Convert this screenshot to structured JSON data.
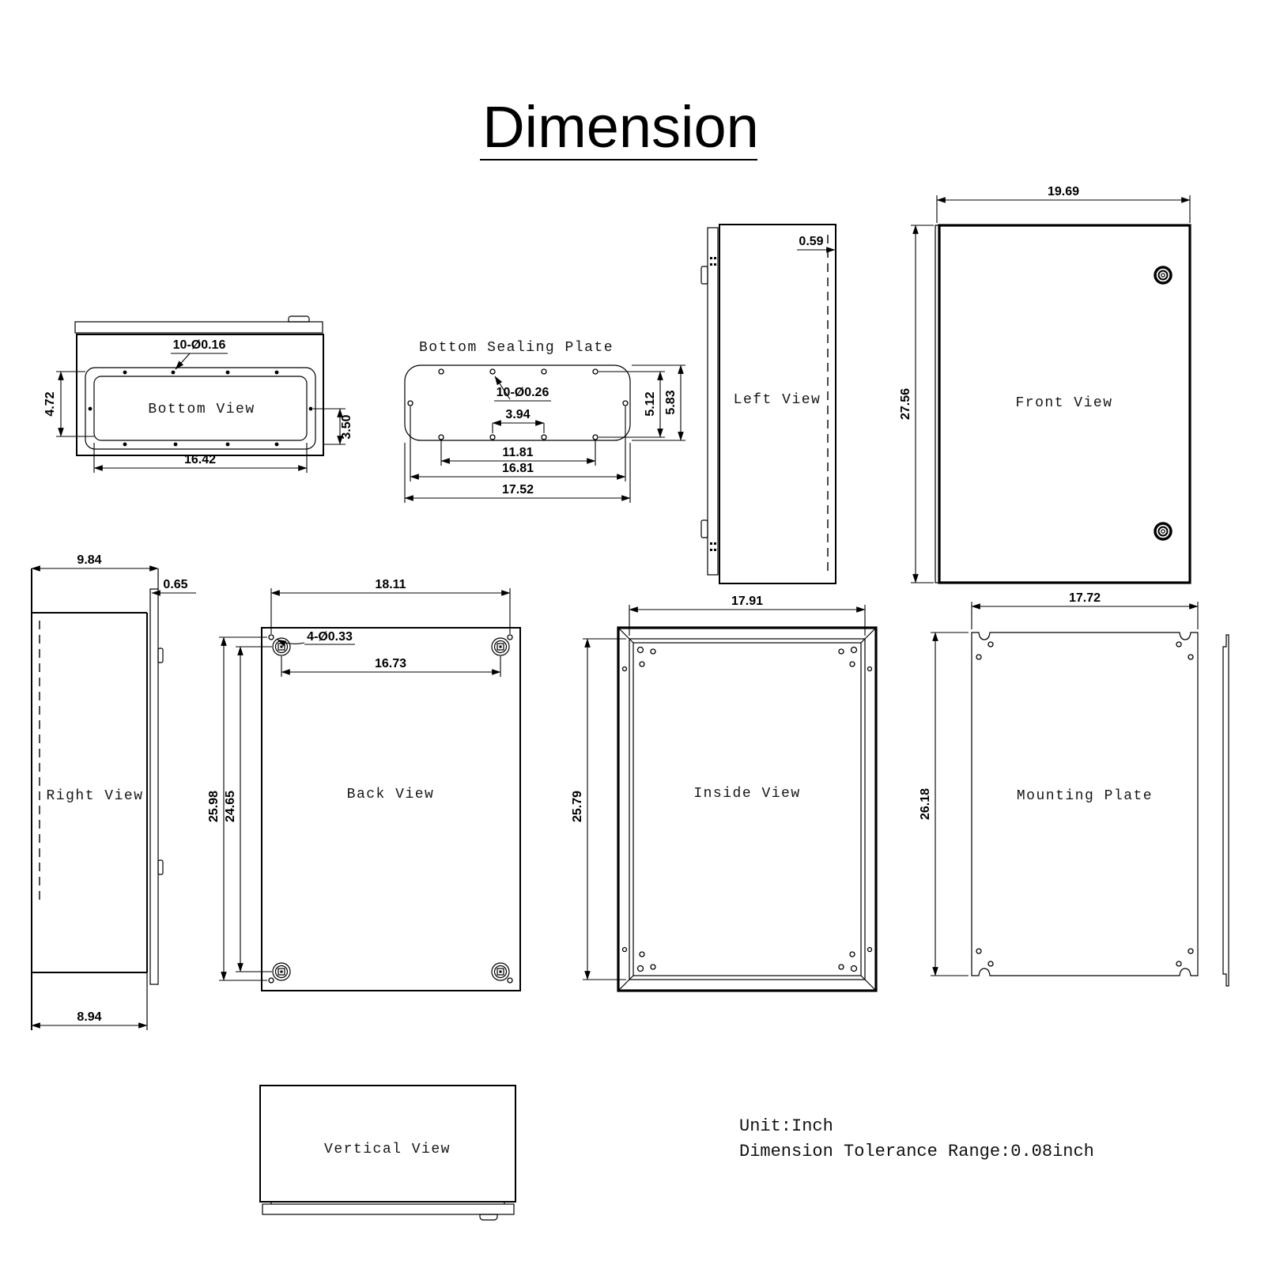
{
  "title": {
    "text": "Dimension"
  },
  "notes": {
    "unit": "Unit:Inch",
    "tolerance": "Dimension Tolerance Range:0.08inch"
  },
  "views": {
    "bottom_view": {
      "label": "Bottom View",
      "hole_callout": "10-Ø0.16",
      "dim_inner_depth": "4.72",
      "dim_flange_depth": "3.50",
      "dim_width": "16.42"
    },
    "bottom_sealing_plate": {
      "label": "Bottom Sealing Plate",
      "hole_callout": "10-Ø0.26",
      "dim_hole_pitch_small": "3.94",
      "dim_hole_pitch_mid": "11.81",
      "dim_hole_pitch_wide": "16.81",
      "dim_width": "17.52",
      "dim_hole_rows": "5.12",
      "dim_depth": "5.83"
    },
    "left_view": {
      "label": "Left View",
      "dim_door_offset": "0.59"
    },
    "front_view": {
      "label": "Front View",
      "dim_width": "19.69",
      "dim_height": "27.56"
    },
    "right_view": {
      "label": "Right View",
      "dim_depth_total": "9.84",
      "dim_door_thickness": "0.65",
      "dim_depth_body": "8.94"
    },
    "back_view": {
      "label": "Back View",
      "dim_hole_span": "18.11",
      "hole_callout": "4-Ø0.33",
      "dim_boss_span": "16.73",
      "dim_hole_span_v": "25.98",
      "dim_boss_span_v": "24.65"
    },
    "inside_view": {
      "label": "Inside View",
      "dim_width": "17.91",
      "dim_height": "25.79"
    },
    "mounting_plate": {
      "label": "Mounting Plate",
      "dim_width": "17.72",
      "dim_height": "26.18"
    },
    "vertical_view": {
      "label": "Vertical View"
    }
  }
}
